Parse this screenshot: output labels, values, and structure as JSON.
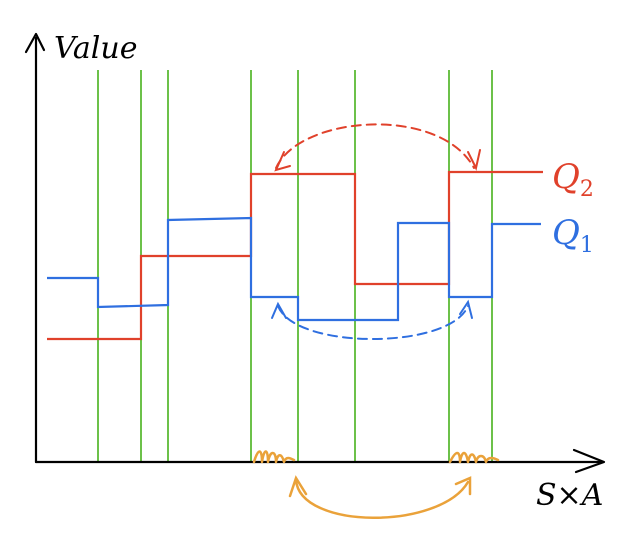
{
  "axes": {
    "y_label": "Value",
    "x_label": "S×A"
  },
  "series": [
    {
      "id": "q2",
      "name": "Q",
      "subscript": "2",
      "color": "#e0412b"
    },
    {
      "id": "q1",
      "name": "Q",
      "subscript": "1",
      "color": "#2f6fe0"
    }
  ],
  "colors": {
    "axis": "#000000",
    "gridline": "#6cc14a",
    "orange_arrow": "#eaa23a",
    "q2": "#e0412b",
    "q1": "#2f6fe0"
  }
}
